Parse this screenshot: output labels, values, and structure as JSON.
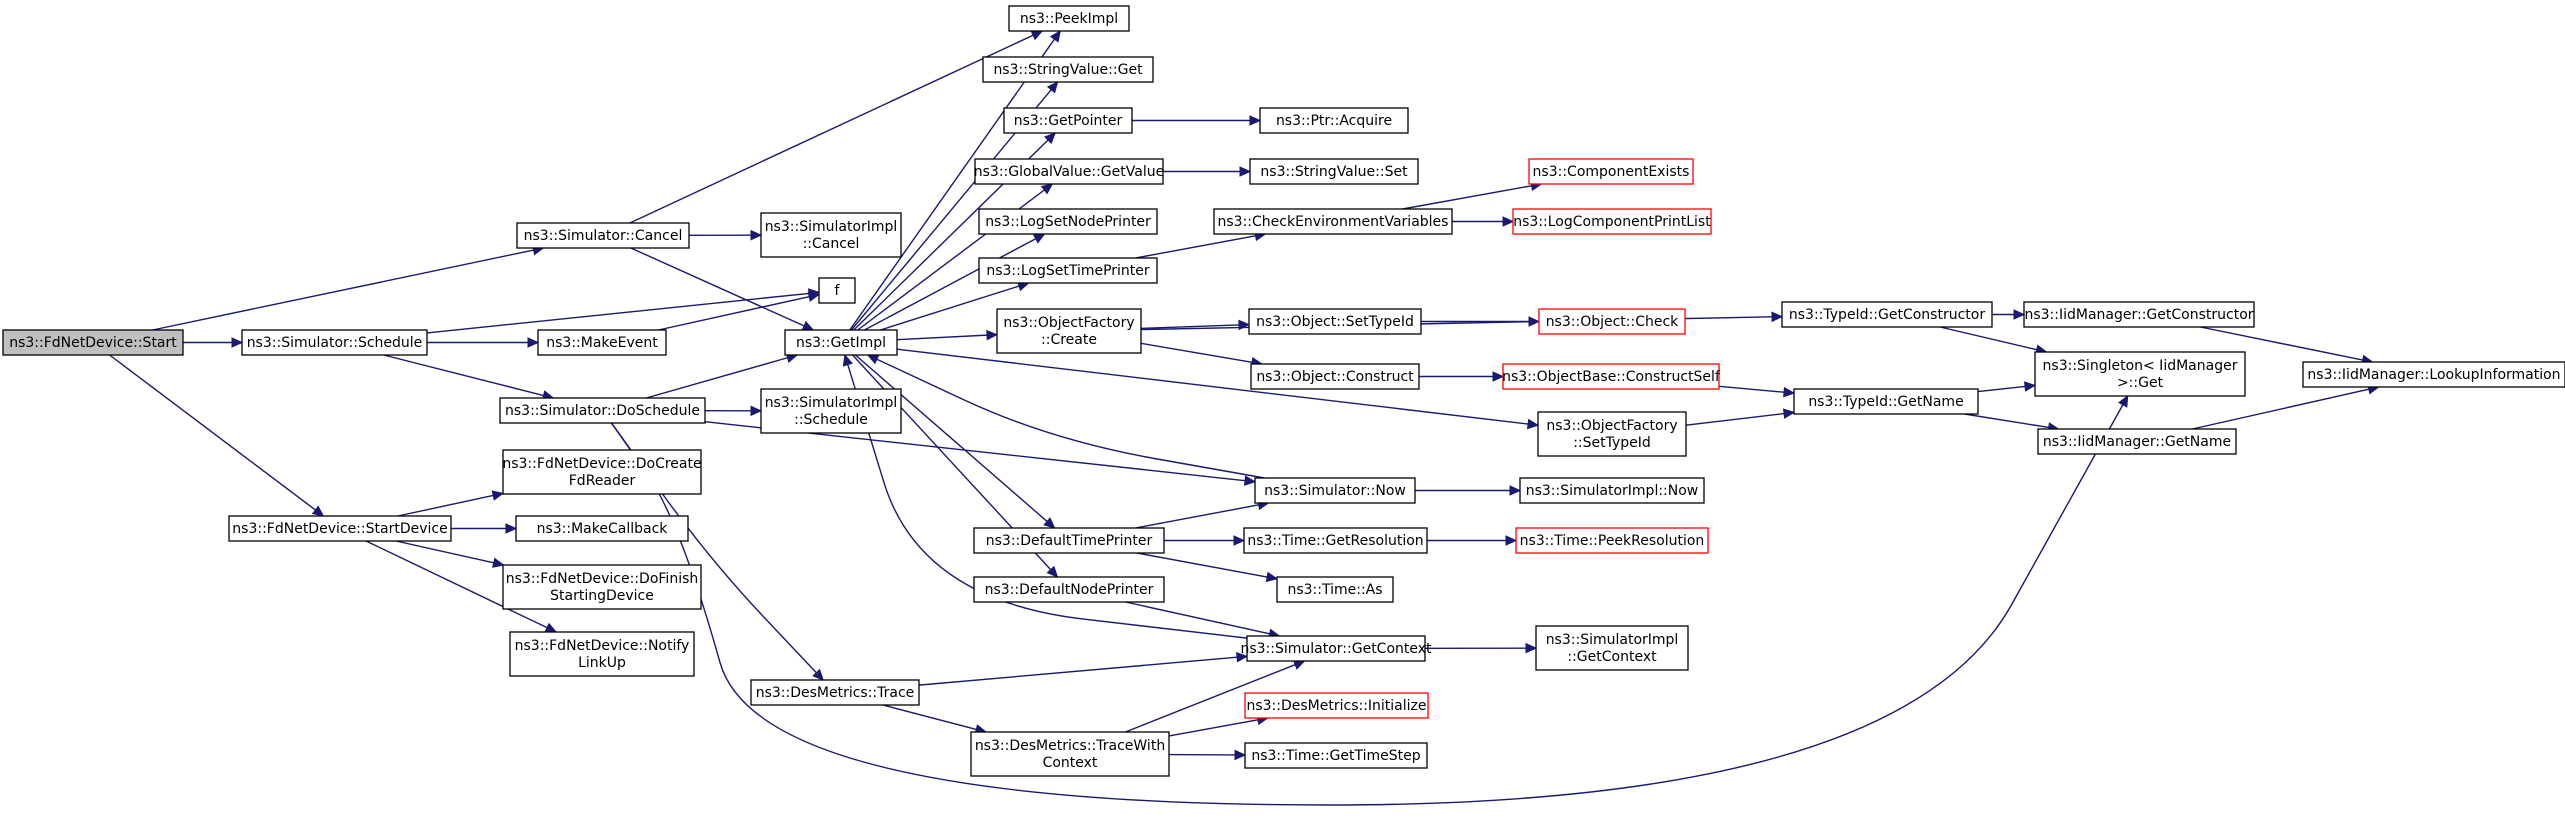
{
  "colors": {
    "edge": "#191970",
    "node_border": "#000000",
    "node_border_truncated": "#ff0000",
    "root_fill": "#bfbfbf",
    "background": "#ffffff"
  },
  "nodes": [
    {
      "id": "n1",
      "lines": [
        "ns3::FdNetDevice::Start"
      ],
      "root": true
    },
    {
      "id": "n2",
      "lines": [
        "ns3::Simulator::Cancel"
      ]
    },
    {
      "id": "n3",
      "lines": [
        "ns3::Simulator::Schedule"
      ]
    },
    {
      "id": "n4",
      "lines": [
        "ns3::FdNetDevice::StartDevice"
      ]
    },
    {
      "id": "n5",
      "lines": [
        "ns3::SimulatorImpl",
        "::Cancel"
      ]
    },
    {
      "id": "n6",
      "lines": [
        "f"
      ]
    },
    {
      "id": "n7",
      "lines": [
        "ns3::MakeEvent"
      ]
    },
    {
      "id": "n8",
      "lines": [
        "ns3::Simulator::DoSchedule"
      ]
    },
    {
      "id": "n9",
      "lines": [
        "ns3::GetImpl"
      ]
    },
    {
      "id": "n10",
      "lines": [
        "ns3::SimulatorImpl",
        "::Schedule"
      ]
    },
    {
      "id": "n11",
      "lines": [
        "ns3::FdNetDevice::DoCreate",
        "FdReader"
      ]
    },
    {
      "id": "n12",
      "lines": [
        "ns3::MakeCallback"
      ]
    },
    {
      "id": "n13",
      "lines": [
        "ns3::FdNetDevice::DoFinish",
        "StartingDevice"
      ]
    },
    {
      "id": "n14",
      "lines": [
        "ns3::FdNetDevice::Notify",
        "LinkUp"
      ]
    },
    {
      "id": "n15",
      "lines": [
        "ns3::DesMetrics::Trace"
      ]
    },
    {
      "id": "n16",
      "lines": [
        "ns3::PeekImpl"
      ]
    },
    {
      "id": "n17",
      "lines": [
        "ns3::StringValue::Get"
      ]
    },
    {
      "id": "n18",
      "lines": [
        "ns3::GetPointer"
      ]
    },
    {
      "id": "n19",
      "lines": [
        "ns3::GlobalValue::GetValue"
      ]
    },
    {
      "id": "n20",
      "lines": [
        "ns3::LogSetNodePrinter"
      ]
    },
    {
      "id": "n21",
      "lines": [
        "ns3::LogSetTimePrinter"
      ]
    },
    {
      "id": "n22",
      "lines": [
        "ns3::ObjectFactory",
        "::Create"
      ]
    },
    {
      "id": "n23",
      "lines": [
        "ns3::DefaultTimePrinter"
      ]
    },
    {
      "id": "n24",
      "lines": [
        "ns3::DefaultNodePrinter"
      ]
    },
    {
      "id": "n25",
      "lines": [
        "ns3::DesMetrics::TraceWith",
        "Context"
      ]
    },
    {
      "id": "n26",
      "lines": [
        "ns3::Ptr::Acquire"
      ]
    },
    {
      "id": "n27",
      "lines": [
        "ns3::StringValue::Set"
      ]
    },
    {
      "id": "n28",
      "lines": [
        "ns3::CheckEnvironmentVariables"
      ]
    },
    {
      "id": "n29",
      "lines": [
        "ns3::Object::SetTypeId"
      ]
    },
    {
      "id": "n30",
      "lines": [
        "ns3::Object::Construct"
      ]
    },
    {
      "id": "n31",
      "lines": [
        "ns3::Simulator::Now"
      ]
    },
    {
      "id": "n32",
      "lines": [
        "ns3::Time::GetResolution"
      ]
    },
    {
      "id": "n33",
      "lines": [
        "ns3::Time::As"
      ]
    },
    {
      "id": "n34",
      "lines": [
        "ns3::Simulator::GetContext"
      ]
    },
    {
      "id": "n35",
      "lines": [
        "ns3::DesMetrics::Initialize"
      ],
      "truncated": true
    },
    {
      "id": "n36",
      "lines": [
        "ns3::Time::GetTimeStep"
      ]
    },
    {
      "id": "n37",
      "lines": [
        "ns3::ComponentExists"
      ],
      "truncated": true
    },
    {
      "id": "n38",
      "lines": [
        "ns3::LogComponentPrintList"
      ],
      "truncated": true
    },
    {
      "id": "n39",
      "lines": [
        "ns3::Object::Check"
      ],
      "truncated": true
    },
    {
      "id": "n40",
      "lines": [
        "ns3::ObjectBase::ConstructSelf"
      ],
      "truncated": true
    },
    {
      "id": "n41",
      "lines": [
        "ns3::ObjectFactory",
        "::SetTypeId"
      ]
    },
    {
      "id": "n42",
      "lines": [
        "ns3::SimulatorImpl::Now"
      ]
    },
    {
      "id": "n43",
      "lines": [
        "ns3::Time::PeekResolution"
      ],
      "truncated": true
    },
    {
      "id": "n44",
      "lines": [
        "ns3::SimulatorImpl",
        "::GetContext"
      ]
    },
    {
      "id": "n45",
      "lines": [
        "ns3::TypeId::GetConstructor"
      ]
    },
    {
      "id": "n46",
      "lines": [
        "ns3::TypeId::GetName"
      ]
    },
    {
      "id": "n47",
      "lines": [
        "ns3::IidManager::GetConstructor"
      ]
    },
    {
      "id": "n48",
      "lines": [
        "ns3::Singleton< IidManager",
        " >::Get"
      ]
    },
    {
      "id": "n49",
      "lines": [
        "ns3::IidManager::GetName"
      ]
    },
    {
      "id": "n50",
      "lines": [
        "ns3::IidManager::LookupInformation"
      ]
    }
  ],
  "edges": [
    [
      "n1",
      "n2"
    ],
    [
      "n1",
      "n3"
    ],
    [
      "n1",
      "n4"
    ],
    [
      "n2",
      "n16"
    ],
    [
      "n2",
      "n5"
    ],
    [
      "n2",
      "n9"
    ],
    [
      "n3",
      "n6"
    ],
    [
      "n3",
      "n7"
    ],
    [
      "n3",
      "n8"
    ],
    [
      "n7",
      "n6"
    ],
    [
      "n8",
      "n9"
    ],
    [
      "n8",
      "n10"
    ],
    [
      "n8",
      "n31"
    ],
    [
      "n8",
      "n15"
    ],
    [
      "n8",
      "n48"
    ],
    [
      "n4",
      "n11"
    ],
    [
      "n4",
      "n12"
    ],
    [
      "n4",
      "n13"
    ],
    [
      "n4",
      "n14"
    ],
    [
      "n9",
      "n16"
    ],
    [
      "n9",
      "n17"
    ],
    [
      "n9",
      "n18"
    ],
    [
      "n9",
      "n19"
    ],
    [
      "n9",
      "n20"
    ],
    [
      "n9",
      "n21"
    ],
    [
      "n9",
      "n22"
    ],
    [
      "n9",
      "n23"
    ],
    [
      "n9",
      "n24"
    ],
    [
      "n9",
      "n41"
    ],
    [
      "n18",
      "n26"
    ],
    [
      "n19",
      "n27"
    ],
    [
      "n21",
      "n28"
    ],
    [
      "n28",
      "n37"
    ],
    [
      "n28",
      "n38"
    ],
    [
      "n22",
      "n45"
    ],
    [
      "n22",
      "n29"
    ],
    [
      "n22",
      "n30"
    ],
    [
      "n29",
      "n39"
    ],
    [
      "n30",
      "n40"
    ],
    [
      "n40",
      "n46"
    ],
    [
      "n41",
      "n46"
    ],
    [
      "n45",
      "n47"
    ],
    [
      "n45",
      "n48"
    ],
    [
      "n47",
      "n50"
    ],
    [
      "n46",
      "n48"
    ],
    [
      "n46",
      "n49"
    ],
    [
      "n49",
      "n50"
    ],
    [
      "n31",
      "n9"
    ],
    [
      "n31",
      "n42"
    ],
    [
      "n23",
      "n31"
    ],
    [
      "n23",
      "n32"
    ],
    [
      "n23",
      "n33"
    ],
    [
      "n32",
      "n43"
    ],
    [
      "n24",
      "n34"
    ],
    [
      "n34",
      "n9"
    ],
    [
      "n34",
      "n44"
    ],
    [
      "n15",
      "n34"
    ],
    [
      "n15",
      "n25"
    ],
    [
      "n25",
      "n34"
    ],
    [
      "n25",
      "n35"
    ],
    [
      "n25",
      "n36"
    ]
  ]
}
